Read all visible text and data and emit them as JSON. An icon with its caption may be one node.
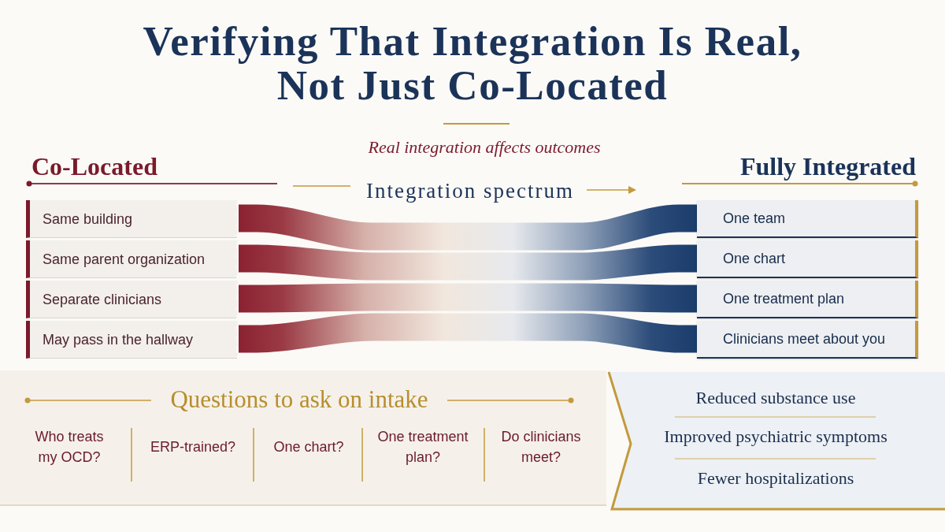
{
  "diagram": {
    "title": "Verifying That Integration Is Real, Not Just Co-Located",
    "nodes": [
      {
        "text": [
          "Same building"
        ]
      },
      {
        "text": [
          "Same parent organization"
        ]
      },
      {
        "text": [
          "Separate clinicians"
        ]
      },
      {
        "text": [
          "May pass in the hallway"
        ]
      },
      {
        "text": [
          "One team"
        ]
      },
      {
        "text": [
          "One chart"
        ]
      },
      {
        "text": [
          "One treatment plan"
        ]
      },
      {
        "text": [
          "Clinicians meet about you"
        ]
      },
      {
        "text": [
          "Questions to ask on intake",
          "Who treats my OCD?",
          "ERP-trained?",
          "One chart?",
          "One treatment plan?",
          "Do clinicians meet?"
        ]
      },
      {
        "text": [
          "Reduced substance use",
          "Improved psychiatric symptoms",
          "Fewer hospitalizations"
        ]
      }
    ],
    "edges": [
      {
        "from": 0,
        "to": 4,
        "arrow": "none"
      },
      {
        "from": 1,
        "to": 5,
        "arrow": "none"
      },
      {
        "from": 2,
        "to": 6,
        "arrow": "none"
      },
      {
        "from": 3,
        "to": 7,
        "arrow": "none"
      }
    ],
    "labels": [
      "Real integration affects outcomes",
      "Co-Located",
      "Integration spectrum",
      "Fully Integrated"
    ]
  }
}
